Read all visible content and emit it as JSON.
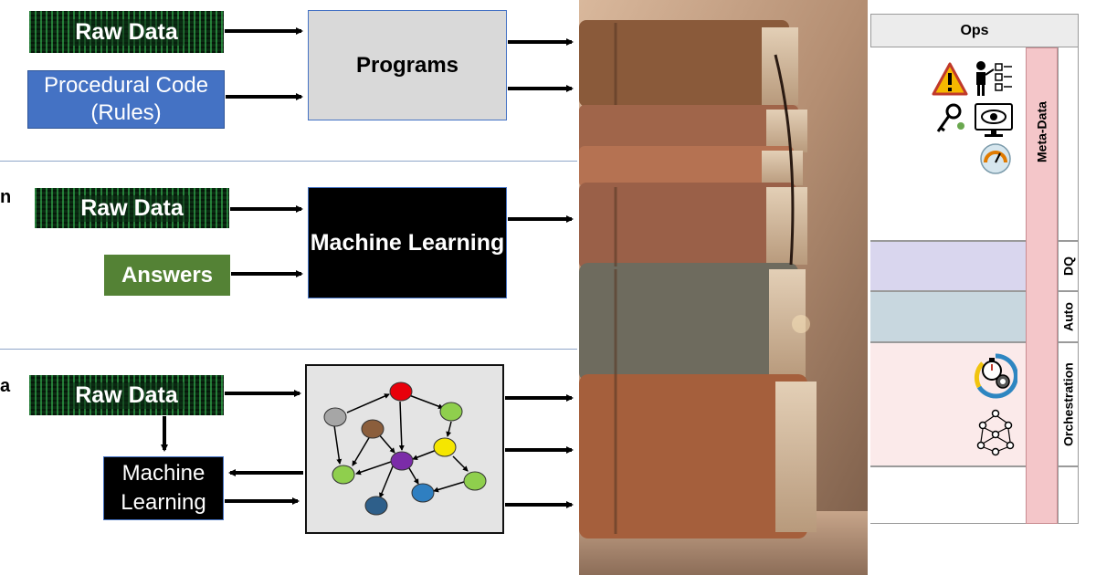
{
  "left": {
    "section1": {
      "raw_data": "Raw Data",
      "procedural_code": "Procedural Code (Rules)",
      "programs": "Programs"
    },
    "section2": {
      "raw_data": "Raw Data",
      "answers": "Answers",
      "machine_learning": "Machine Learning",
      "edge_letter": "n"
    },
    "section3": {
      "raw_data": "Raw Data",
      "machine_learning": "Machine Learning",
      "edge_letter": "a"
    },
    "colors": {
      "blue_box": "#4472c4",
      "green_box": "#548235",
      "grey_box": "#d9d9d9",
      "node_red": "#e8000b",
      "node_green": "#8fcf4d",
      "node_yellow": "#f5e600",
      "node_purple": "#7b2ca8",
      "node_blue": "#2f7fc1",
      "node_brown": "#8b5e3c",
      "node_grey": "#a6a6a6",
      "node_navy": "#2e5f8a"
    }
  },
  "middle": {
    "image": "stack-of-old-books-photo"
  },
  "right": {
    "ops": "Ops",
    "meta_data": "Meta-Data",
    "dq": "DQ",
    "auto": "Auto",
    "orchestration": "Orchestration",
    "icons": [
      "warning-icon",
      "checklist-person-icon",
      "key-icon",
      "monitor-eye-icon",
      "gauge-icon",
      "stopwatch-gear-icon",
      "network-flow-icon"
    ],
    "colors": {
      "meta_band": "#f4c6c9",
      "dq_band": "#d9d6ee",
      "auto_band": "#c8d7df",
      "orch_band": "#fbeaea"
    }
  }
}
